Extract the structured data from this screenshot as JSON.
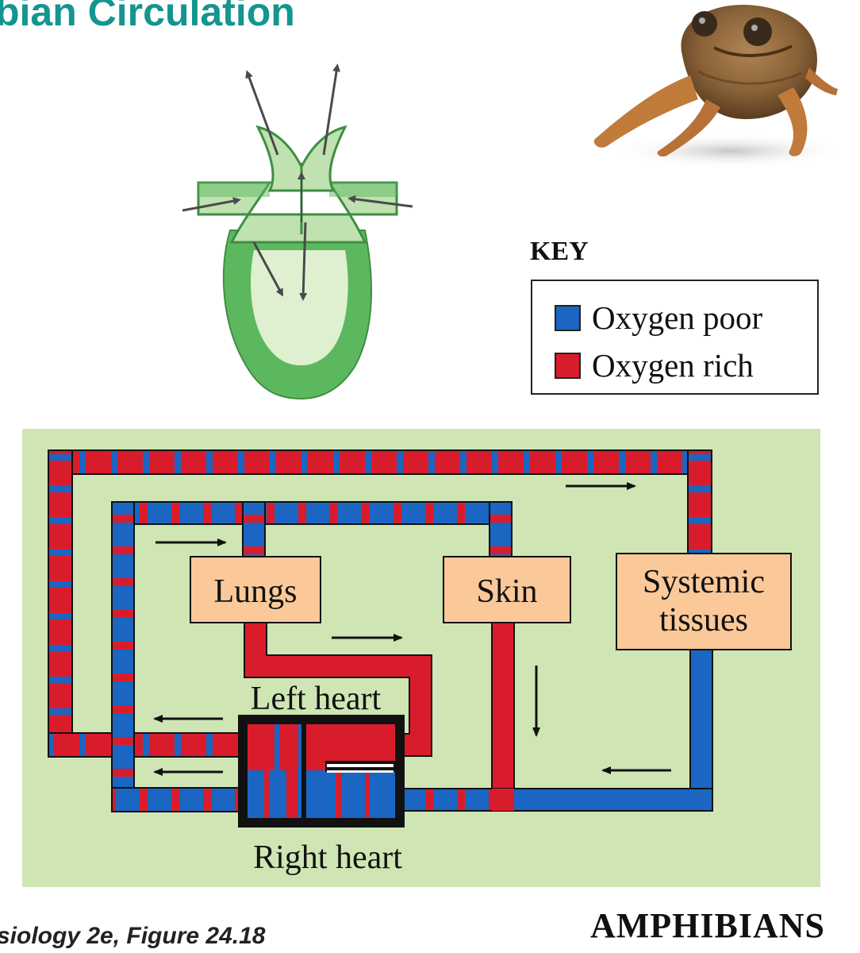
{
  "header": {
    "title": "bian Circulation"
  },
  "key": {
    "title": "KEY",
    "items": [
      {
        "label": "Oxygen poor",
        "color": "#1a66c2"
      },
      {
        "label": "Oxygen rich",
        "color": "#d91c2b"
      }
    ]
  },
  "diagram": {
    "background": "#cfe6b4",
    "box_color": "#fbc999",
    "boxes": {
      "lungs": "Lungs",
      "skin": "Skin",
      "systemic_line1": "Systemic",
      "systemic_line2": "tissues"
    },
    "labels": {
      "left_heart": "Left heart",
      "right_heart": "Right heart"
    }
  },
  "footer": {
    "citation": "siology 2e, Figure 24.18",
    "label": "AMPHIBIANS"
  }
}
